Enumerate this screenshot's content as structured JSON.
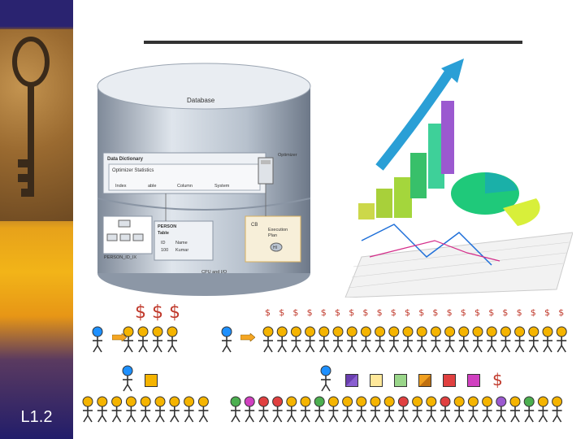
{
  "sidebar": {
    "slide_number": "L1.2",
    "photo_icon": "antique-key-icon"
  },
  "db_diagram": {
    "database_label": "Database",
    "optimizer_label": "Optimizer",
    "data_dictionary_label": "Data Dictionary",
    "optimizer_statistics_label": "Optimizer Statistics",
    "stats_items": [
      "Index",
      "able",
      "Column",
      "System"
    ],
    "person_table_title": "PERSON",
    "person_table_subtitle": "Table",
    "person_col_id": "ID",
    "person_col_name": "Name",
    "person_row_id": "100",
    "person_row_name": "Kumar",
    "index_label": "PERSON_ID_IX",
    "cb_label": "CB",
    "execution_plan_label": "Execution",
    "execution_plan_label2": "Plan",
    "hi_label": "HI",
    "cpu_io_label": "CPU and I/O"
  },
  "cost": {
    "single_cost": "$ $ $",
    "per_item_costs": [
      "$",
      "$",
      "$",
      "$",
      "$",
      "$",
      "$",
      "$",
      "$",
      "$",
      "$",
      "$",
      "$",
      "$",
      "$",
      "$",
      "$",
      "$",
      "$",
      "$",
      "$",
      "$"
    ],
    "combined_cost": "$"
  },
  "colors": {
    "accent_red": "#c0392b",
    "person_yellow": "#f5b400",
    "person_blue": "#1e90ff",
    "arrow_orange": "#f5a623"
  }
}
